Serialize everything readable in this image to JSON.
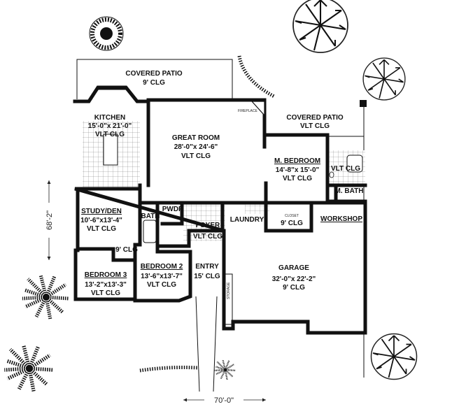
{
  "rooms": {
    "covered_patio_rear": {
      "name": "COVERED PATIO",
      "line2": "9' CLG"
    },
    "kitchen": {
      "name": "KITCHEN",
      "size": "15'-0\"x 21'-0\"",
      "ceiling": "VLT CLG"
    },
    "great_room": {
      "name": "GREAT ROOM",
      "size": "28'-0\"x 24'-6\"",
      "ceiling": "VLT CLG"
    },
    "fireplace": {
      "name": "FIREPLACE"
    },
    "covered_patio_side": {
      "name": "COVERED PATIO",
      "line2": "VLT CLG"
    },
    "master_bedroom": {
      "name": "M. BEDROOM",
      "size": "14'-8\"x 15'-0\"",
      "ceiling": "VLT CLG"
    },
    "master_bath_ceiling": {
      "ceiling": "VLT CLG"
    },
    "master_bath": {
      "name": "M. BATH"
    },
    "study": {
      "name": "STUDY/DEN",
      "size": "10'-6\"x13'-4\"",
      "ceiling": "VLT CLG"
    },
    "bath": {
      "name": "BATH"
    },
    "powder": {
      "name": "PWDR"
    },
    "foyer": {
      "name": "FOYER",
      "ceiling": "VLT CLG"
    },
    "laundry": {
      "name": "LAUNDRY"
    },
    "closet": {
      "name": "CLOSET",
      "ceiling": "9' CLG"
    },
    "workshop": {
      "name": "WORKSHOP"
    },
    "hall": {
      "ceiling": "9' CLG"
    },
    "bedroom3": {
      "name": "BEDROOM 3",
      "size": "13'-2\"x13'-3\"",
      "ceiling": "VLT CLG"
    },
    "bedroom2": {
      "name": "BEDROOM 2",
      "size": "13'-6\"x13'-7\"",
      "ceiling": "VLT CLG"
    },
    "entry": {
      "name": "ENTRY",
      "ceiling": "15' CLG"
    },
    "garage": {
      "name": "GARAGE",
      "size": "32'-0\"x 22'-2\"",
      "ceiling": "9' CLG"
    },
    "storage": {
      "name": "STORAGE"
    }
  },
  "dimensions": {
    "width": "70'-0\"",
    "depth": "68'-2\""
  }
}
